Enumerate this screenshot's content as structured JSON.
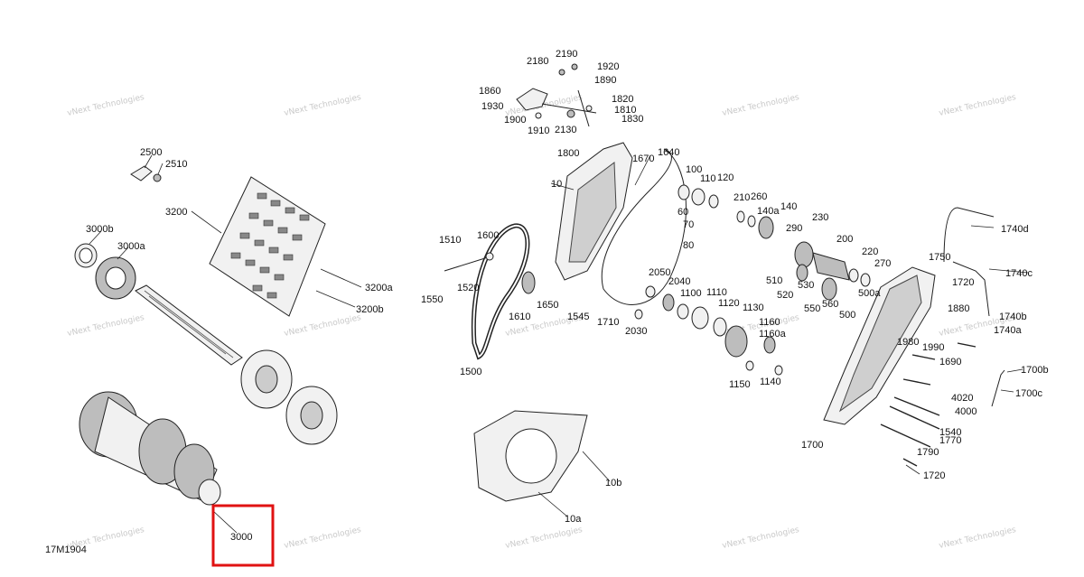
{
  "diagram_code": "17M1904",
  "watermark": "vNext Technologies",
  "highlight_color": "#e01212",
  "highlighted_part": "3000",
  "parts": [
    {
      "id": "p2500",
      "text": "2500"
    },
    {
      "id": "p2510",
      "text": "2510"
    },
    {
      "id": "p3200",
      "text": "3200"
    },
    {
      "id": "p3000b",
      "text": "3000b"
    },
    {
      "id": "p3000a",
      "text": "3000a"
    },
    {
      "id": "p3200a",
      "text": "3200a"
    },
    {
      "id": "p3200b",
      "text": "3200b"
    },
    {
      "id": "p3000",
      "text": "3000"
    },
    {
      "id": "p2180",
      "text": "2180"
    },
    {
      "id": "p2190",
      "text": "2190"
    },
    {
      "id": "p1920",
      "text": "1920"
    },
    {
      "id": "p1890",
      "text": "1890"
    },
    {
      "id": "p1860",
      "text": "1860"
    },
    {
      "id": "p1820",
      "text": "1820"
    },
    {
      "id": "p1810",
      "text": "1810"
    },
    {
      "id": "p1930",
      "text": "1930"
    },
    {
      "id": "p1900",
      "text": "1900"
    },
    {
      "id": "p1830",
      "text": "1830"
    },
    {
      "id": "p1910",
      "text": "1910"
    },
    {
      "id": "p2130",
      "text": "2130"
    },
    {
      "id": "p1800",
      "text": "1800"
    },
    {
      "id": "p1640",
      "text": "1640"
    },
    {
      "id": "p1670",
      "text": "1670"
    },
    {
      "id": "p100",
      "text": "100"
    },
    {
      "id": "p110",
      "text": "110"
    },
    {
      "id": "p120",
      "text": "120"
    },
    {
      "id": "p10",
      "text": "10"
    },
    {
      "id": "p210",
      "text": "210"
    },
    {
      "id": "p260",
      "text": "260"
    },
    {
      "id": "p140",
      "text": "140"
    },
    {
      "id": "p140a",
      "text": "140a"
    },
    {
      "id": "p60",
      "text": "60"
    },
    {
      "id": "p70",
      "text": "70"
    },
    {
      "id": "p80",
      "text": "80"
    },
    {
      "id": "p230",
      "text": "230"
    },
    {
      "id": "p290",
      "text": "290"
    },
    {
      "id": "p200",
      "text": "200"
    },
    {
      "id": "p1740d",
      "text": "1740d"
    },
    {
      "id": "p1510",
      "text": "1510"
    },
    {
      "id": "p1600",
      "text": "1600"
    },
    {
      "id": "p220",
      "text": "220"
    },
    {
      "id": "p270",
      "text": "270"
    },
    {
      "id": "p1750",
      "text": "1750"
    },
    {
      "id": "p1740c",
      "text": "1740c"
    },
    {
      "id": "p510",
      "text": "510"
    },
    {
      "id": "p530",
      "text": "530"
    },
    {
      "id": "p2050",
      "text": "2050"
    },
    {
      "id": "p1720a",
      "text": "1720"
    },
    {
      "id": "p1550",
      "text": "1550"
    },
    {
      "id": "p1520",
      "text": "1520"
    },
    {
      "id": "p1650",
      "text": "1650"
    },
    {
      "id": "p2040",
      "text": "2040"
    },
    {
      "id": "p1110",
      "text": "1110"
    },
    {
      "id": "p520",
      "text": "520"
    },
    {
      "id": "p500a",
      "text": "500a"
    },
    {
      "id": "p1100",
      "text": "1100"
    },
    {
      "id": "p1120",
      "text": "1120"
    },
    {
      "id": "p560",
      "text": "560"
    },
    {
      "id": "p550",
      "text": "550"
    },
    {
      "id": "p1880",
      "text": "1880"
    },
    {
      "id": "p1610",
      "text": "1610"
    },
    {
      "id": "p1545",
      "text": "1545"
    },
    {
      "id": "p1130",
      "text": "1130"
    },
    {
      "id": "p500",
      "text": "500"
    },
    {
      "id": "p1740b",
      "text": "1740b"
    },
    {
      "id": "p1710",
      "text": "1710"
    },
    {
      "id": "p2030",
      "text": "2030"
    },
    {
      "id": "p1160",
      "text": "1160"
    },
    {
      "id": "p1740a",
      "text": "1740a"
    },
    {
      "id": "p1160a",
      "text": "1160a"
    },
    {
      "id": "p1980",
      "text": "1980"
    },
    {
      "id": "p1990",
      "text": "1990"
    },
    {
      "id": "p1500",
      "text": "1500"
    },
    {
      "id": "p1690",
      "text": "1690"
    },
    {
      "id": "p1700b",
      "text": "1700b"
    },
    {
      "id": "p1150",
      "text": "1150"
    },
    {
      "id": "p1140",
      "text": "1140"
    },
    {
      "id": "p1700c",
      "text": "1700c"
    },
    {
      "id": "p4020",
      "text": "4020"
    },
    {
      "id": "p4000",
      "text": "4000"
    },
    {
      "id": "p1540",
      "text": "1540"
    },
    {
      "id": "p1770",
      "text": "1770"
    },
    {
      "id": "p1700",
      "text": "1700"
    },
    {
      "id": "p1790",
      "text": "1790"
    },
    {
      "id": "p10b",
      "text": "10b"
    },
    {
      "id": "p1720b",
      "text": "1720"
    },
    {
      "id": "p10a",
      "text": "10a"
    }
  ]
}
